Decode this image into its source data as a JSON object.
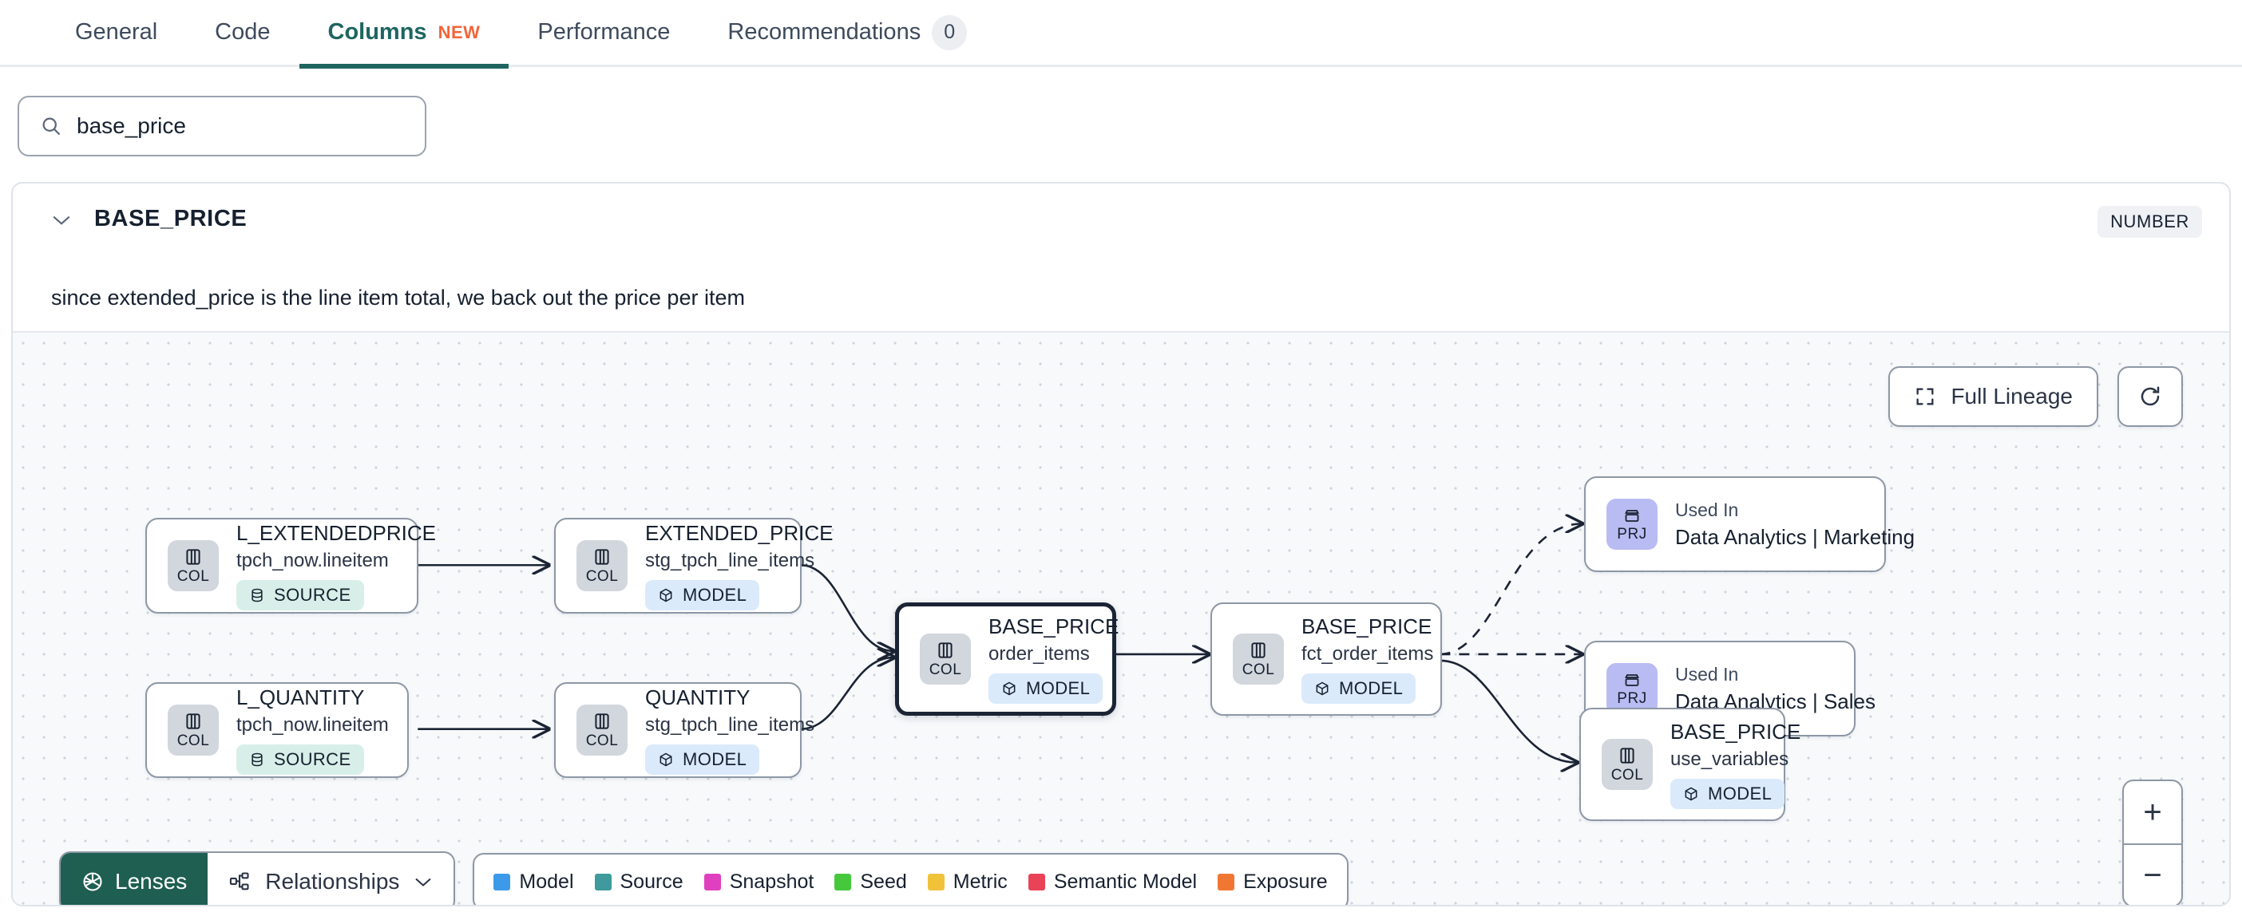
{
  "tabs": [
    {
      "label": "General",
      "active": false
    },
    {
      "label": "Code",
      "active": false
    },
    {
      "label": "Columns",
      "active": true,
      "badge": "NEW"
    },
    {
      "label": "Performance",
      "active": false
    },
    {
      "label": "Recommendations",
      "active": false,
      "count": "0"
    }
  ],
  "search": {
    "value": "base_price",
    "icon": "search-icon"
  },
  "column": {
    "name": "BASE_PRICE",
    "type_badge": "NUMBER",
    "description": "since extended_price is the line item total, we back out the price per item",
    "chevron": "chevron-down-icon"
  },
  "graph": {
    "full_lineage_label": "Full Lineage",
    "refresh_icon": "refresh-icon",
    "zoom_in": "+",
    "zoom_out": "−",
    "nodes": [
      {
        "id": "l_extendedprice",
        "chip": "COL",
        "title": "L_EXTENDEDPRICE",
        "sub": "tpch_now.lineitem",
        "pill": "SOURCE",
        "pill_type": "source"
      },
      {
        "id": "l_quantity",
        "chip": "COL",
        "title": "L_QUANTITY",
        "sub": "tpch_now.lineitem",
        "pill": "SOURCE",
        "pill_type": "source"
      },
      {
        "id": "extended_price",
        "chip": "COL",
        "title": "EXTENDED_PRICE",
        "sub": "stg_tpch_line_items",
        "pill": "MODEL",
        "pill_type": "model"
      },
      {
        "id": "quantity",
        "chip": "COL",
        "title": "QUANTITY",
        "sub": "stg_tpch_line_items",
        "pill": "MODEL",
        "pill_type": "model"
      },
      {
        "id": "base_price_order_items",
        "chip": "COL",
        "title": "BASE_PRICE",
        "sub": "order_items",
        "pill": "MODEL",
        "pill_type": "model",
        "highlight": true
      },
      {
        "id": "base_price_fct",
        "chip": "COL",
        "title": "BASE_PRICE",
        "sub": "fct_order_items",
        "pill": "MODEL",
        "pill_type": "model"
      },
      {
        "id": "prj_marketing",
        "chip": "PRJ",
        "top": "Used In",
        "title": "Data Analytics | Marketing"
      },
      {
        "id": "prj_sales",
        "chip": "PRJ",
        "top": "Used In",
        "title": "Data Analytics | Sales"
      },
      {
        "id": "base_price_use_variables",
        "chip": "COL",
        "title": "BASE_PRICE",
        "sub": "use_variables",
        "pill": "MODEL",
        "pill_type": "model"
      }
    ]
  },
  "toolbar": {
    "lenses_label": "Lenses",
    "lenses_icon": "aperture-icon",
    "relationships_label": "Relationships",
    "relationships_icon": "relationships-icon",
    "relationships_chevron": "chevron-down-icon",
    "legend": [
      {
        "label": "Model",
        "color": "#3d9ae8"
      },
      {
        "label": "Source",
        "color": "#3e9a9c"
      },
      {
        "label": "Snapshot",
        "color": "#e040c0"
      },
      {
        "label": "Seed",
        "color": "#46c83c"
      },
      {
        "label": "Metric",
        "color": "#f0c23a"
      },
      {
        "label": "Semantic Model",
        "color": "#ea4256"
      },
      {
        "label": "Exposure",
        "color": "#ef7733"
      }
    ]
  }
}
